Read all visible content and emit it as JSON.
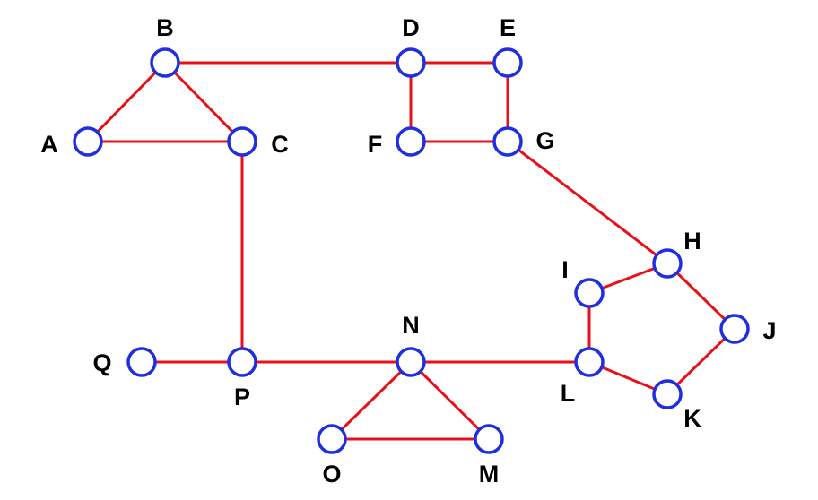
{
  "graph": {
    "nodes": [
      "A",
      "B",
      "C",
      "D",
      "E",
      "F",
      "G",
      "H",
      "I",
      "J",
      "K",
      "L",
      "M",
      "N",
      "O",
      "P",
      "Q"
    ],
    "edges": [
      [
        "A",
        "B"
      ],
      [
        "B",
        "C"
      ],
      [
        "A",
        "C"
      ],
      [
        "B",
        "D"
      ],
      [
        "D",
        "E"
      ],
      [
        "D",
        "F"
      ],
      [
        "E",
        "G"
      ],
      [
        "F",
        "G"
      ],
      [
        "G",
        "H"
      ],
      [
        "H",
        "I"
      ],
      [
        "H",
        "J"
      ],
      [
        "I",
        "L"
      ],
      [
        "J",
        "K"
      ],
      [
        "K",
        "L"
      ],
      [
        "C",
        "P"
      ],
      [
        "Q",
        "P"
      ],
      [
        "P",
        "N"
      ],
      [
        "N",
        "L"
      ],
      [
        "N",
        "O"
      ],
      [
        "N",
        "M"
      ],
      [
        "O",
        "M"
      ]
    ],
    "edge_color": "#e8101a",
    "node_color": "#1f2fe0"
  }
}
